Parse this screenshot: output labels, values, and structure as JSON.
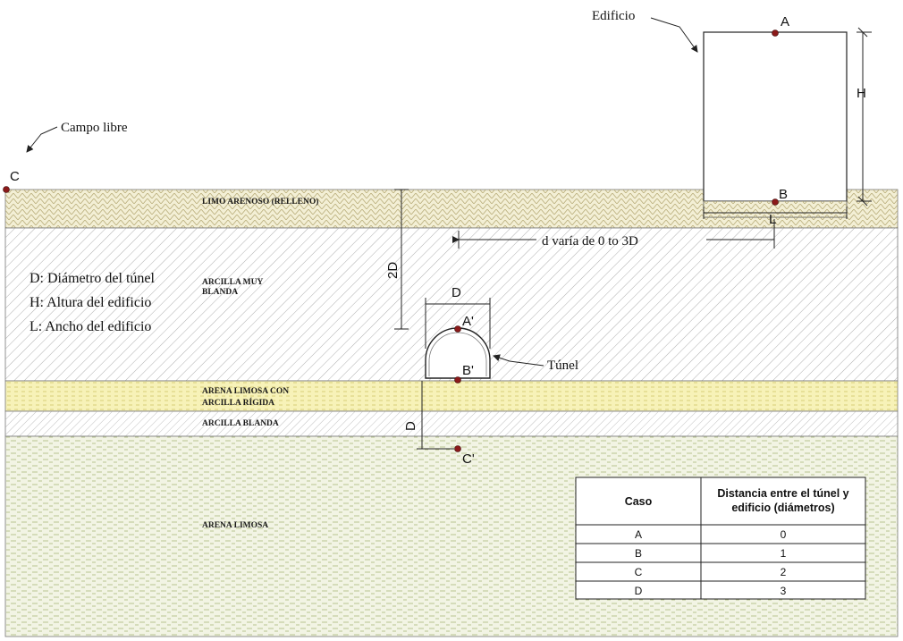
{
  "labels": {
    "building": "Edificio",
    "free_field": "Campo libre",
    "tunnel": "Túnel",
    "distance_range": "d  varía de 0 to 3D"
  },
  "layers": [
    {
      "name": "LIMO ARENOSO (RELLENO)",
      "color": "#f3efd5"
    },
    {
      "name": "ARCILLA MUY BLANDA",
      "color": "#ffffff"
    },
    {
      "name": "ARENA LIMOSA CON ARCILLA RÍGIDA",
      "color": "#f7f2b8"
    },
    {
      "name": "ARCILLA BLANDA",
      "color": "#ffffff"
    },
    {
      "name": "ARENA LIMOSA",
      "color": "#f2f4e4"
    }
  ],
  "layer_text": {
    "fill": "LIMO ARENOSO (RELLENO)",
    "soft_clay_1": "ARCILLA MUY",
    "soft_clay_2": "BLANDA",
    "stiff_1": "ARENA LIMOSA CON",
    "stiff_2": "ARCILLA RÍGIDA",
    "clay": "ARCILLA BLANDA",
    "sand": "ARENA LIMOSA"
  },
  "legend": [
    "D: Diámetro del túnel",
    "H: Altura del edificio",
    "L: Ancho del edificio"
  ],
  "points": {
    "A": "A",
    "B": "B",
    "C": "C",
    "A_prime": "A'",
    "B_prime": "B'",
    "C_prime": "C'"
  },
  "dimensions": {
    "H": "H",
    "L": "L",
    "D_tunnel": "D",
    "two_D": "2D",
    "D_below": "D"
  },
  "table": {
    "headers": [
      "Caso",
      "Distancia entre el túnel y",
      "edificio (diámetros)"
    ],
    "rows": [
      [
        "A",
        "0"
      ],
      [
        "B",
        "1"
      ],
      [
        "C",
        "2"
      ],
      [
        "D",
        "3"
      ]
    ]
  },
  "colors": {
    "point": "#8b1a1a",
    "line": "#222222",
    "hatch": "#8a8a8a",
    "stiff_layer": "#f7f2b8",
    "fill_layer": "#f3efd5"
  }
}
